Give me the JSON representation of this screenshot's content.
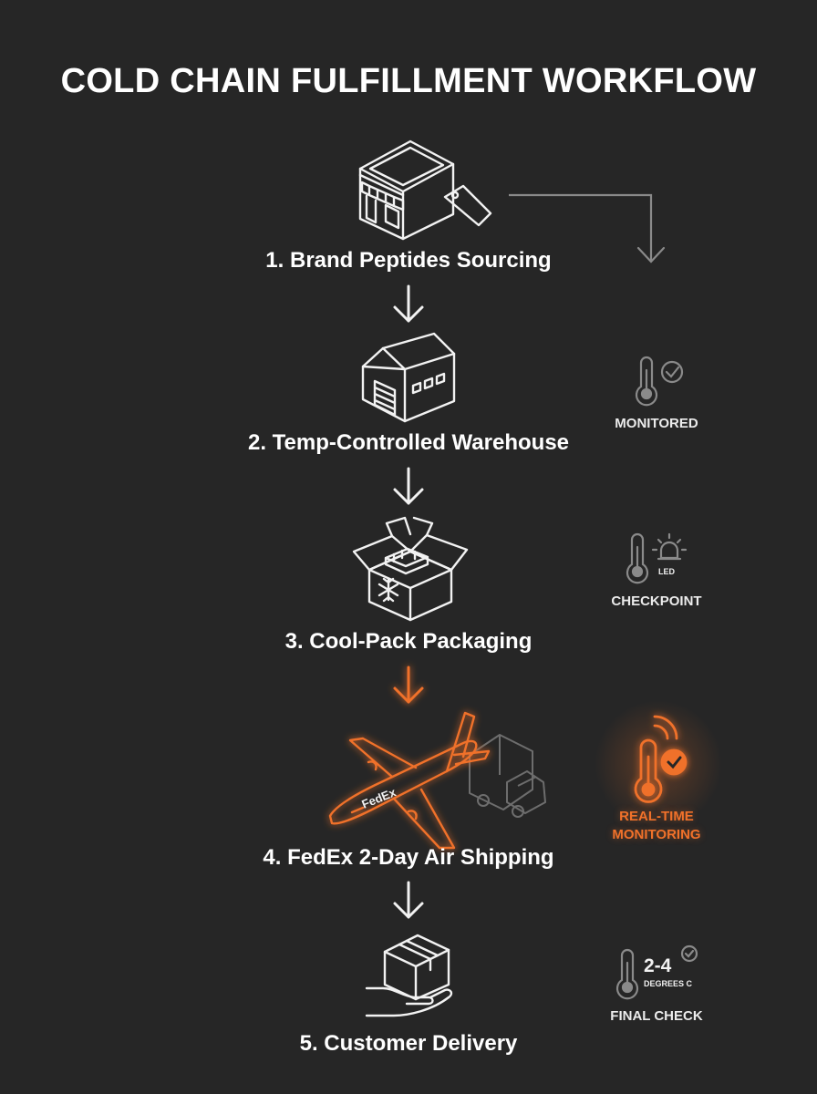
{
  "title": "COLD CHAIN FULFILLMENT WORKFLOW",
  "steps": [
    {
      "label": "1. Brand Peptides Sourcing",
      "icon": "storefront-icon"
    },
    {
      "label": "2. Temp-Controlled Warehouse",
      "icon": "warehouse-icon"
    },
    {
      "label": "3. Cool-Pack Packaging",
      "icon": "cool-pack-box-icon"
    },
    {
      "label": "4. FedEx 2-Day Air Shipping",
      "icon": "airplane-truck-icon"
    },
    {
      "label": "5. Customer Delivery",
      "icon": "hand-package-icon"
    }
  ],
  "airplane_text": "FedEx",
  "side_badges": [
    {
      "label": "MONITORED",
      "icon": "thermometer-check-icon"
    },
    {
      "label": "CHECKPOINT",
      "icon": "thermometer-led-icon",
      "icon_text": "LED"
    },
    {
      "label_line1": "REAL-TIME",
      "label_line2": "MONITORING",
      "icon": "thermometer-signal-icon"
    },
    {
      "label": "FINAL CHECK",
      "icon": "thermometer-range-icon",
      "range": "2-4",
      "unit": "DEGREES C"
    }
  ],
  "colors": {
    "background": "#262626",
    "line": "#f2f2f2",
    "accent": "#f0712a",
    "muted": "#8a8a8a"
  }
}
